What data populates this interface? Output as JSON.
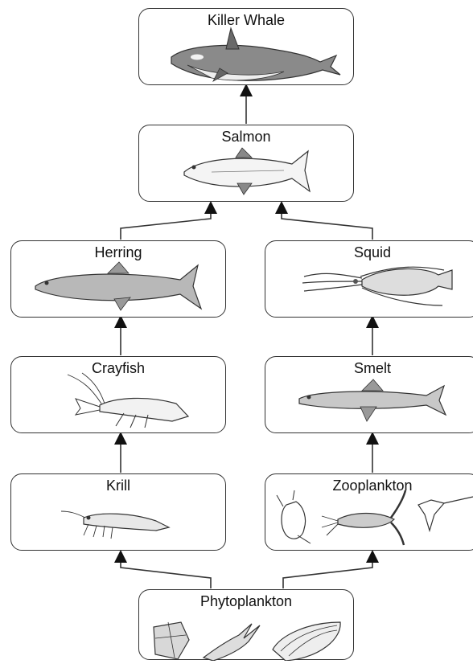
{
  "nodes": {
    "killer_whale": "Killer Whale",
    "salmon": "Salmon",
    "herring": "Herring",
    "squid": "Squid",
    "crayfish": "Crayfish",
    "smelt": "Smelt",
    "krill": "Krill",
    "zooplankton": "Zooplankton",
    "phytoplankton": "Phytoplankton"
  },
  "edges": [
    {
      "from": "phytoplankton",
      "to": "krill"
    },
    {
      "from": "phytoplankton",
      "to": "zooplankton"
    },
    {
      "from": "krill",
      "to": "crayfish"
    },
    {
      "from": "zooplankton",
      "to": "smelt"
    },
    {
      "from": "crayfish",
      "to": "herring"
    },
    {
      "from": "smelt",
      "to": "squid"
    },
    {
      "from": "herring",
      "to": "salmon"
    },
    {
      "from": "squid",
      "to": "salmon"
    },
    {
      "from": "salmon",
      "to": "killer_whale"
    }
  ]
}
